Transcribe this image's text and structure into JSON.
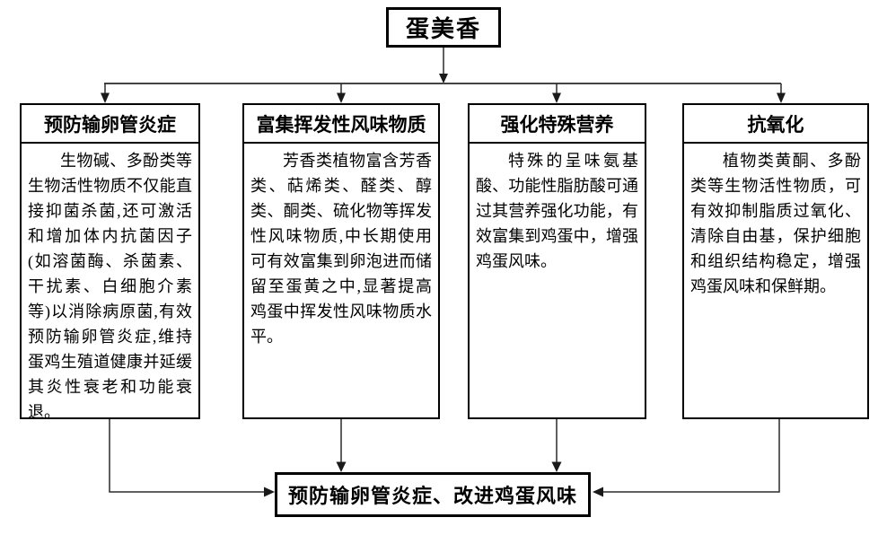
{
  "root": {
    "label": "蛋美香"
  },
  "columns": [
    {
      "title": "预防输卵管炎症",
      "body": "生物碱、多酚类等生物活性物质不仅能直接抑菌杀菌,还可激活和增加体内抗菌因子(如溶菌酶、杀菌素、干扰素、白细胞介素等)以消除病原菌,有效预防输卵管炎症,维持蛋鸡生殖道健康并延缓其炎性衰老和功能衰退。"
    },
    {
      "title": "富集挥发性风味物质",
      "body": "芳香类植物富含芳香类、萜烯类、醛类、醇类、酮类、硫化物等挥发性风味物质,中长期使用可有效富集到卵泡进而储留至蛋黄之中,显著提高鸡蛋中挥发性风味物质水平。"
    },
    {
      "title": "强化特殊营养",
      "body": "特殊的呈味氨基酸、功能性脂肪酸可通过其营养强化功能，有效富集到鸡蛋中，增强鸡蛋风味。"
    },
    {
      "title": "抗氧化",
      "body": "植物类黄酮、多酚类等生物活性物质，可有效抑制脂质过氧化、清除自由基，保护细胞和组织结构稳定，增强鸡蛋风味和保鲜期。"
    }
  ],
  "outcome": {
    "label": "预防输卵管炎症、改进鸡蛋风味"
  },
  "colors": {
    "background": "#ffffff",
    "border": "#000000",
    "text": "#000000",
    "connector": "#2b2b2b",
    "distribution_line": "#444444"
  }
}
